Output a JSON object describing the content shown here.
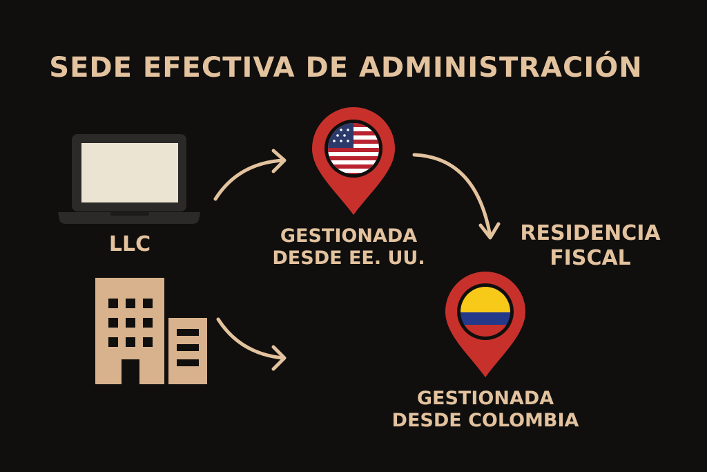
{
  "title": "SEDE EFECTIVA DE ADMINISTRACIÓN",
  "entity_label": "LLC",
  "usa_node": {
    "line1": "GESTIONADA",
    "line2": "DESDE EE. UU."
  },
  "colombia_node": {
    "line1": "GESTIONADA",
    "line2": "DESDE COLOMBIA"
  },
  "fiscal_label": {
    "line1": "RESIDENCIA",
    "line2": "FISCAL"
  },
  "colors": {
    "background": "#100f0e",
    "text": "#e3c29e",
    "pin_red": "#c8312b",
    "building_tan": "#d8b28c",
    "laptop_frame": "#2b2a29",
    "laptop_screen": "#ece4d2",
    "arrow": "#e3c29e"
  },
  "icons": [
    "laptop-icon",
    "building-icon",
    "usa-location-pin-icon",
    "colombia-location-pin-icon"
  ]
}
